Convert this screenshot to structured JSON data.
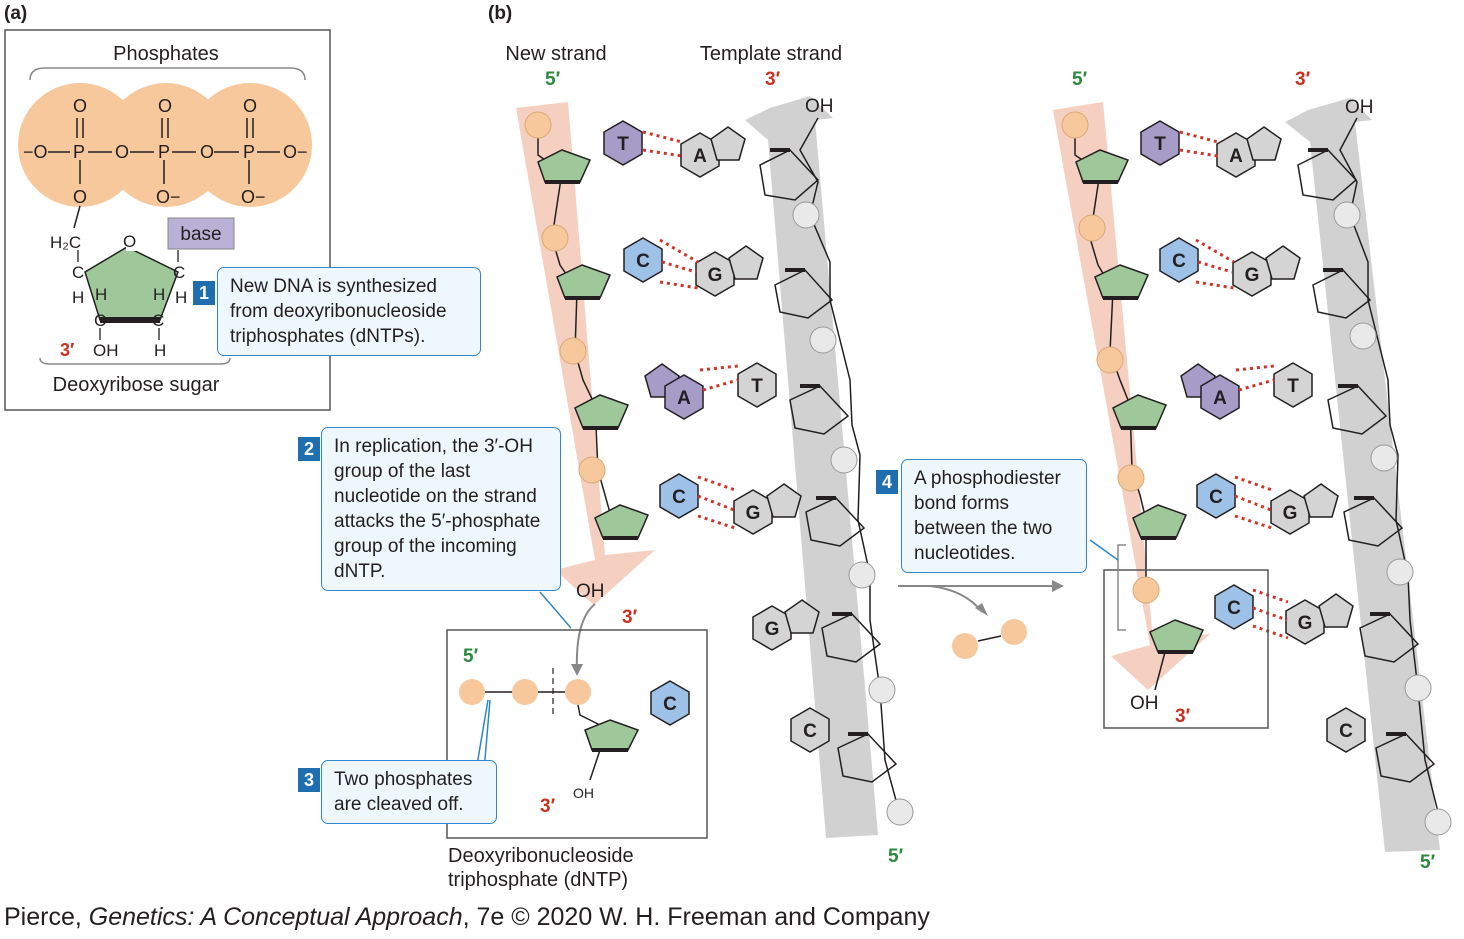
{
  "panel_a": {
    "label": "(a)",
    "phosphates_label": "Phosphates",
    "atoms": {
      "o_minus_left": "−O",
      "p": "P",
      "o": "O",
      "o_minus": "O−",
      "o_minus_right": "O−",
      "h2c": "H₂C",
      "c": "C",
      "h": "H",
      "oh": "OH"
    },
    "base_label": "base",
    "three_prime": "3′",
    "sugar_label": "Deoxyribose sugar"
  },
  "panel_b": {
    "label": "(b)",
    "new_strand": "New strand",
    "template_strand": "Template strand",
    "five_prime": "5′",
    "three_prime": "3′",
    "oh": "OH",
    "bases_new": [
      "T",
      "C",
      "A",
      "C"
    ],
    "bases_template": [
      "A",
      "G",
      "T",
      "G",
      "G",
      "C"
    ],
    "incoming_base": "C",
    "dntp_label_line1": "Deoxyribonucleoside",
    "dntp_label_line2": "triphosphate (dNTP)"
  },
  "steps": [
    {
      "num": "1",
      "text": "New DNA is synthesized from deoxyribonucleoside triphosphates (dNTPs)."
    },
    {
      "num": "2",
      "text": "In replication, the 3′-OH group of the last nucleotide on the strand attacks the 5′-phosphate group of the incoming dNTP."
    },
    {
      "num": "3",
      "text": "Two phosphates are cleaved off."
    },
    {
      "num": "4",
      "text": "A phosphodiester bond forms between the two nucleotides."
    }
  ],
  "credit": {
    "author": "Pierce, ",
    "book": "Genetics: A Conceptual Approach",
    "rest": ", 7e © 2020 W. H. Freeman and Company"
  },
  "colors": {
    "phosphate": "#f6c89b",
    "sugar": "#9ec79a",
    "purple_base": "#a79cc8",
    "blue_base": "#9ec1e8",
    "gray_base": "#d4d4d4",
    "new_strand_arrow": "#f3c7b5",
    "template_arrow": "#c9c9c9",
    "hbond": "#d0352a",
    "callout_border": "#2f86c8",
    "step_badge": "#1f6fb0"
  }
}
